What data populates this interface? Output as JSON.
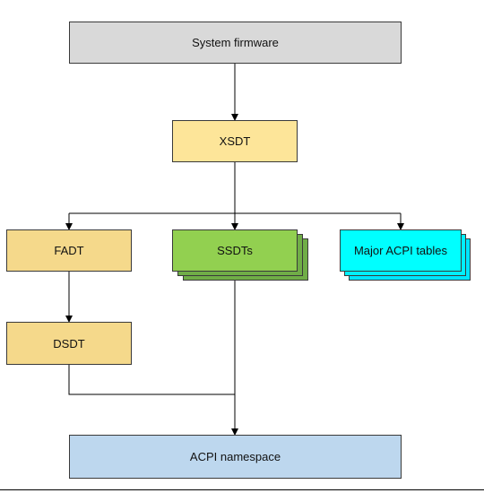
{
  "diagram": {
    "nodes": {
      "system_firmware": {
        "label": "System firmware"
      },
      "xsdt": {
        "label": "XSDT"
      },
      "fadt": {
        "label": "FADT"
      },
      "ssdts": {
        "label": "SSDTs"
      },
      "major_acpi_tables": {
        "label": "Major ACPI tables"
      },
      "dsdt": {
        "label": "DSDT"
      },
      "acpi_namespace": {
        "label": "ACPI namespace"
      }
    },
    "edges": [
      {
        "from": "System firmware",
        "to": "XSDT"
      },
      {
        "from": "XSDT",
        "to": "FADT"
      },
      {
        "from": "XSDT",
        "to": "SSDTs"
      },
      {
        "from": "XSDT",
        "to": "Major ACPI tables"
      },
      {
        "from": "FADT",
        "to": "DSDT"
      },
      {
        "from": "DSDT",
        "to": "ACPI namespace"
      },
      {
        "from": "SSDTs",
        "to": "ACPI namespace"
      }
    ],
    "colors": {
      "system_firmware": "#d9d9d9",
      "xsdt": "#fde599",
      "fadt": "#f5d98b",
      "ssdts": "#92d050",
      "major_acpi_tables": "#00ffff",
      "dsdt": "#f5d98b",
      "acpi_namespace": "#bdd7ee",
      "lines": "#000000"
    }
  }
}
